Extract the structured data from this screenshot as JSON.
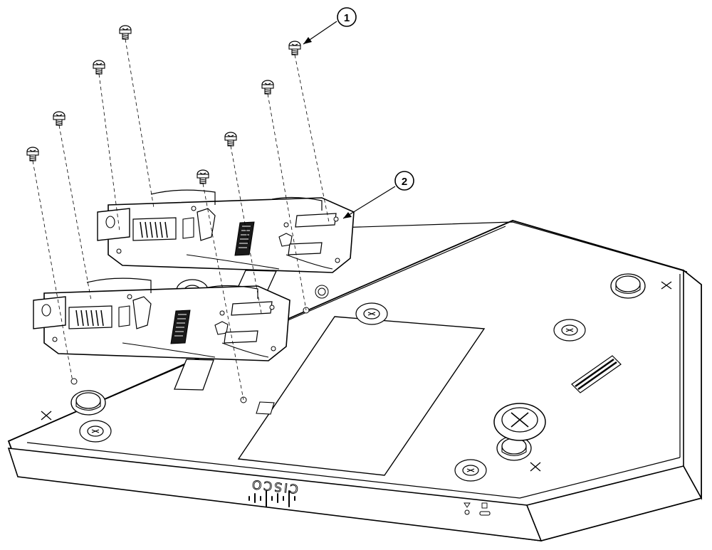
{
  "callouts": [
    {
      "number": "1"
    },
    {
      "number": "2"
    }
  ],
  "device": {
    "brand_logo": "CISCO"
  },
  "parts": {
    "screws": 8,
    "din_rail_brackets": 2
  }
}
